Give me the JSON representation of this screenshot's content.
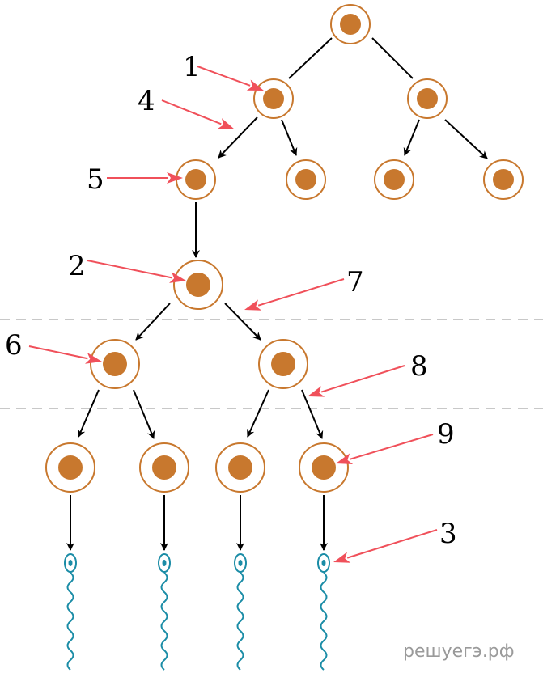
{
  "diagram": {
    "colors": {
      "cell_fill": "#ffffff",
      "cell_outline": "#c8782e",
      "nucleus": "#c8782e",
      "arrow": "#000000",
      "pointer": "#f0505a",
      "sperm": "#1a8ca6",
      "divider": "#b5b5b5"
    },
    "labels": [
      "1",
      "2",
      "3",
      "4",
      "5",
      "6",
      "7",
      "8",
      "9"
    ],
    "watermark": "решуегэ.рф"
  }
}
